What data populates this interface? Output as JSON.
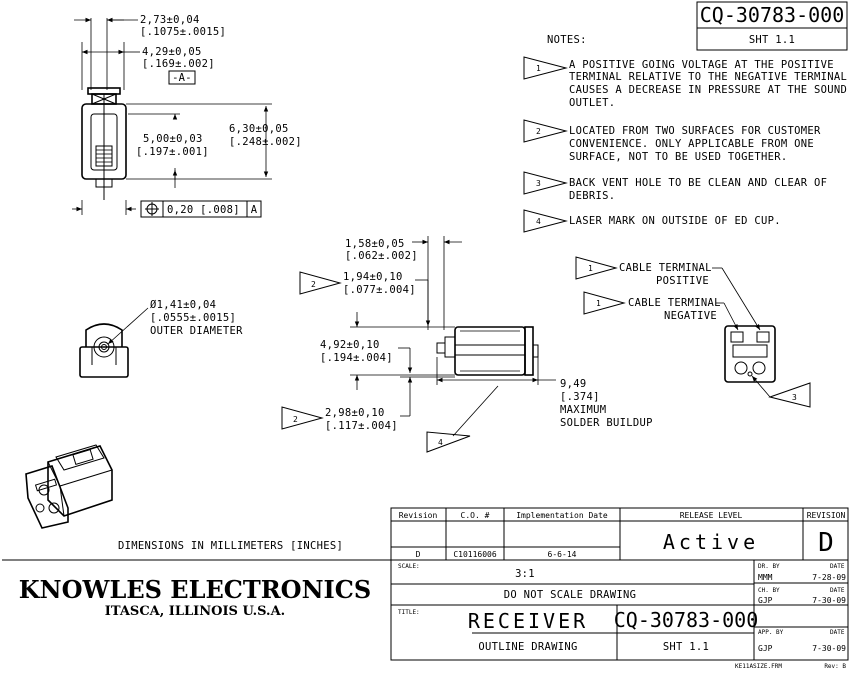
{
  "drawing_number": "CQ-30783-000",
  "sheet": "SHT 1.1",
  "notes": {
    "heading": "NOTES:",
    "items": [
      {
        "number": "1",
        "lines": [
          "A POSITIVE GOING VOLTAGE AT THE POSITIVE",
          "TERMINAL RELATIVE TO THE NEGATIVE TERMINAL",
          "CAUSES A DECREASE IN PRESSURE AT THE SOUND",
          "OUTLET."
        ]
      },
      {
        "number": "2",
        "lines": [
          "LOCATED FROM TWO SURFACES FOR CUSTOMER",
          "CONVENIENCE.  ONLY APPLICABLE FROM ONE",
          "SURFACE, NOT TO BE USED TOGETHER."
        ]
      },
      {
        "number": "3",
        "lines": [
          "BACK VENT HOLE TO BE CLEAN AND CLEAR OF",
          "DEBRIS."
        ]
      },
      {
        "number": "4",
        "lines": [
          "LASER MARK ON OUTSIDE OF ED CUP."
        ]
      }
    ]
  },
  "dimensions": {
    "d273": [
      "2,73±0,04",
      "[.1075±.0015]"
    ],
    "d429": [
      "4,29±0,05",
      "[.169±.002]"
    ],
    "datum": "-A-",
    "d630": [
      "6,30±0,05",
      "[.248±.002]"
    ],
    "d500": [
      "5,00±0,03",
      "[.197±.001]"
    ],
    "position_tol": {
      "value": "0,20 [.008]",
      "datum": "A"
    },
    "d158": [
      "1,58±0,05",
      "[.062±.002]"
    ],
    "d194": [
      "1,94±0,10",
      "[.077±.004]"
    ],
    "d194_note": "2",
    "d492": [
      "4,92±0,10",
      "[.194±.004]"
    ],
    "d298": [
      "2,98±0,10",
      "[.117±.004]"
    ],
    "d298_note": "2",
    "d949": [
      "9,49",
      "[.374]",
      "MAXIMUM",
      "SOLDER BUILDUP"
    ],
    "d141": [
      "Ø1,41±0,04",
      "[.0555±.0015]",
      "OUTER DIAMETER"
    ],
    "laser_note": "4"
  },
  "terminals": {
    "positive": {
      "flag": "1",
      "lines": [
        "CABLE TERMINAL",
        "POSITIVE"
      ]
    },
    "negative": {
      "flag": "1",
      "lines": [
        "CABLE TERMINAL",
        "NEGATIVE"
      ]
    },
    "vent_note": "3"
  },
  "units_note": "DIMENSIONS IN MILLIMETERS [INCHES]",
  "revision_table": {
    "headers": [
      "Revision",
      "C.O. #",
      "Implementation Date"
    ],
    "row": [
      "D",
      "C10116006",
      "6-6-14"
    ]
  },
  "release": {
    "label": "RELEASE LEVEL",
    "value": "Active"
  },
  "revision_box": {
    "label": "REVISION",
    "value": "D"
  },
  "company": {
    "name": "KNOWLES ELECTRONICS",
    "location": "ITASCA, ILLINOIS U.S.A."
  },
  "title_block": {
    "scale_label": "SCALE:",
    "scale": "3:1",
    "no_scale": "DO NOT SCALE DRAWING",
    "title_label": "TITLE:",
    "title": "RECEIVER",
    "subtitle": "OUTLINE DRAWING",
    "dr_by_label": "DR. BY",
    "dr_by": "MMM",
    "dr_date": "7-28-09",
    "ch_by_label": "CH. BY",
    "ch_by": "GJP",
    "ch_date": "7-30-09",
    "app_by_label": "APP. BY",
    "app_by": "GJP",
    "app_date": "7-30-09",
    "date_label": "DATE",
    "file": "KE11ASIZE.FRM",
    "rev_label": "Rev: B"
  }
}
